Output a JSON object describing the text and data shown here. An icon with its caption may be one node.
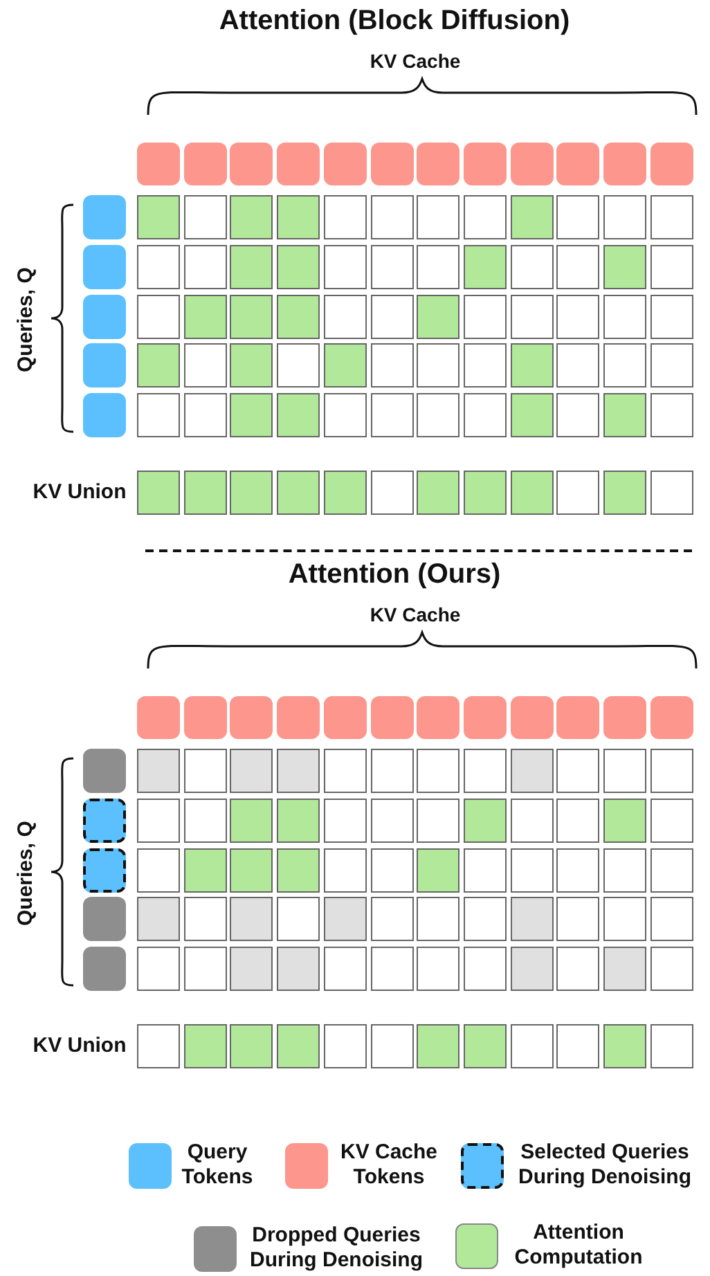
{
  "diagram": {
    "labels": [
      "Attention (Block Diffusion)",
      "KV Cache",
      "Queries, Q",
      "KV Union",
      "Attention (Ours)",
      "KV Cache",
      "Queries, Q",
      "KV Union"
    ],
    "legend": [
      {
        "text": "Query Tokens",
        "color": "#5bc0fd"
      },
      {
        "text": "KV Cache Tokens",
        "color": "#fd968d"
      },
      {
        "text": "Selected Queries During Denoising"
      },
      {
        "text": "Dropped Queries During Denoising",
        "color": "#8e8e8e"
      },
      {
        "text": "Attention Computation",
        "color": "#b2e89a"
      }
    ]
  }
}
